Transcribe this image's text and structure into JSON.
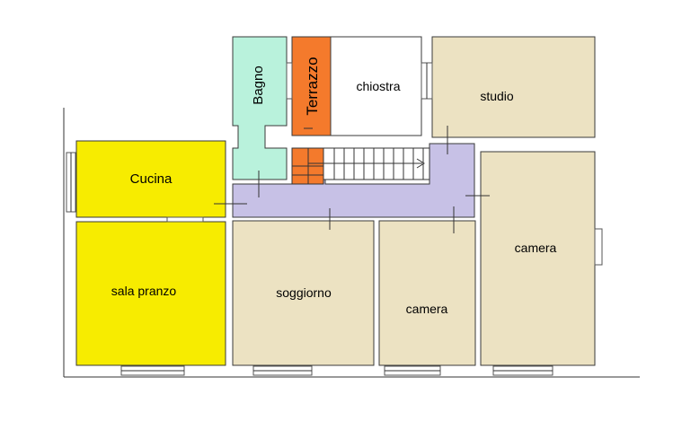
{
  "colors": {
    "bagno": "#b9f2dc",
    "terrazzo": "#f47a2c",
    "chiostra": "#ffffff",
    "beige": "#ece2c2",
    "yellow": "#f7ec00",
    "corridor": "#c7c1e6"
  },
  "rooms": {
    "cucina": "Cucina",
    "sala_pranzo": "sala pranzo",
    "bagno": "Bagno",
    "terrazzo": "Terrazzo",
    "chiostra": "chiostra",
    "studio": "studio",
    "soggiorno": "soggiorno",
    "camera_center": "camera",
    "camera_right": "camera"
  }
}
